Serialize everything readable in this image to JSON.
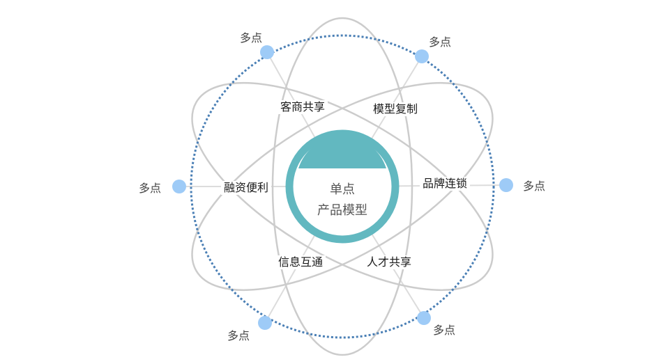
{
  "center": {
    "line1": "单点",
    "line2": "产品模型"
  },
  "features": [
    "客商共享",
    "模型复制",
    "品牌连锁",
    "人才共享",
    "信息互通",
    "融资便利"
  ],
  "outer_nodes": [
    "多点",
    "多点",
    "多点",
    "多点",
    "多点",
    "多点"
  ],
  "colors": {
    "ring": "#62b8c0",
    "dotted_circle": "#4a7fb5",
    "node": "#9ecbf7",
    "orbit": "#cccccc",
    "spoke": "#dcdcdc"
  }
}
